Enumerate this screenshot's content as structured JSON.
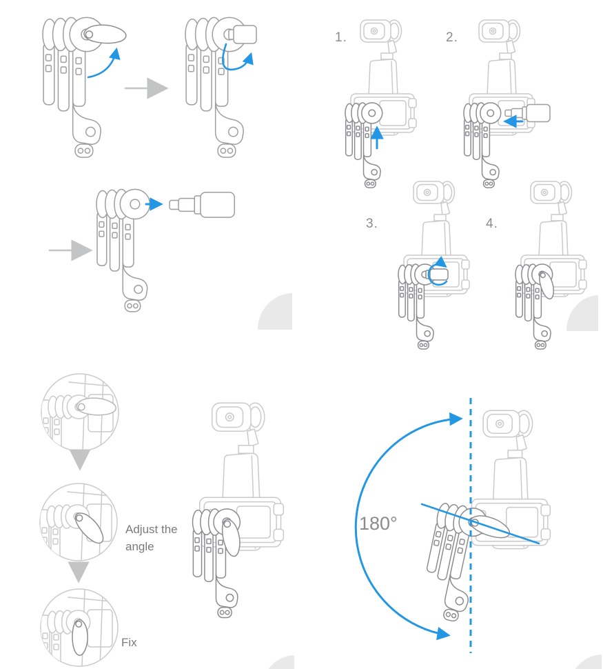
{
  "page": {
    "background": "#ffffff",
    "content_type": "product instruction diagram"
  },
  "colors": {
    "accent_blue": "#2397e4",
    "line_light_gray": "#c9cacd",
    "line_medium_gray": "#9d9ea3",
    "line_dark_gray": "#8b8c91",
    "arrow_gray": "#c3c4c6",
    "text_gray": "#8a8b8e",
    "caption_gray": "#797a7e",
    "watermark_gray": "#e9e9ea"
  },
  "assembly": {
    "steps": [
      "1.",
      "2.",
      "3.",
      "4."
    ]
  },
  "adjustment": {
    "adjust_label_line1": "Adjust the",
    "adjust_label_line2": "angle",
    "fix_label": "Fix",
    "rotation_range": "180°"
  },
  "icons": {
    "gray_right_arrow": "right-arrow-icon",
    "gray_down_arrow": "down-arrow-icon",
    "blue_up_arrow": "up-arrow-icon",
    "blue_left_arrow": "left-arrow-icon",
    "blue_rotate_arrow": "rotate-arrow-icon",
    "blue_dashed_axis": "vertical-axis-line",
    "corner_watermark": "quarter-disc-watermark"
  }
}
